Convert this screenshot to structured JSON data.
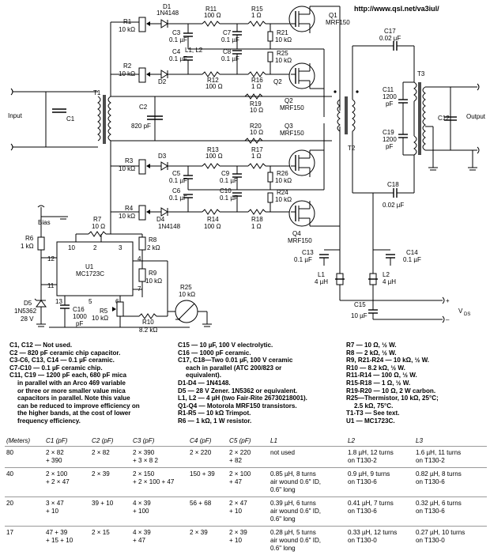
{
  "url": "http://www.qsl.net/va3iul/",
  "schematic": {
    "labels": {
      "input": "Input",
      "output": "Output",
      "bias": "Bias",
      "r1": "R1",
      "r1v": "10 kΩ",
      "r2": "R2",
      "r2v": "10 kΩ",
      "r3": "R3",
      "r3v": "10 kΩ",
      "r4": "R4",
      "r4v": "10 kΩ",
      "d1": "D1",
      "d1v": "1N4148",
      "d2": "D2",
      "d3": "D3",
      "d4": "D4",
      "d4v": "1N4148",
      "r11": "R11",
      "r11v": "100 Ω",
      "r12": "R12",
      "r12v": "100 Ω",
      "r13": "R13",
      "r13v": "100 Ω",
      "r14": "R14",
      "r14v": "100 Ω",
      "r15": "R15",
      "r15v": "1 Ω",
      "r16": "R16",
      "r16v": "1 Ω",
      "r17": "R17",
      "r17v": "1 Ω",
      "r18": "R18",
      "r18v": "1 Ω",
      "r19": "R19",
      "r19v": "10 Ω",
      "r20": "R20",
      "r20v": "10 Ω",
      "r21": "R21",
      "r21v": "10 kΩ",
      "r25_top": "R25",
      "r25_topv": "10 kΩ",
      "r26": "R26",
      "r26v": "10 kΩ",
      "r24": "R24",
      "r24v": "10 kΩ",
      "c3": "C3",
      "c3v": "0.1 µF",
      "c4": "C4",
      "c4v": "0.1 µF",
      "c5": "C5",
      "c5v": "0.1 µF",
      "c6": "C6",
      "c6v": "0.1 µF",
      "c7": "C7",
      "c7v": "0.1 µF",
      "c8": "C8",
      "c8v": "0.1 µF",
      "c9": "C9",
      "c9v": "0.1 µF",
      "c10": "C10",
      "c10v": "0.1 µF",
      "l1l2": "L1, L2",
      "q1": "Q1",
      "q1v": "MRF150",
      "q2": "Q2",
      "q2m": "Q2",
      "q2mv": "MRF150",
      "q3": "Q3",
      "q3v": "MRF150",
      "q4": "Q4",
      "q4v": "MRF150",
      "t1": "T1",
      "t2": "T2",
      "t3": "T3",
      "c1": "C1",
      "c2": "C2",
      "c2v": "820 pF",
      "c17": "C17",
      "c17v": "0.02 µF",
      "c18": "C18",
      "c18v": "0.02 µF",
      "c11": "C11",
      "c11v": "1200",
      "c11u": "pF",
      "c19": "C19",
      "c19v": "1200",
      "c19u": "pF",
      "c12": "C12",
      "r7": "R7",
      "r7v": "10 Ω",
      "r6": "R6",
      "r6v": "1 kΩ",
      "r8": "R8",
      "r8v": "2 kΩ",
      "r9": "R9",
      "r9v": "10 kΩ",
      "r5": "R5",
      "r5v": "10 kΩ",
      "r10": "R10",
      "r10v": "8.2 kΩ",
      "r25": "R25",
      "r25v": "10 kΩ",
      "u1": "U1",
      "u1v": "MC1723C",
      "pin10": "10",
      "pin2": "2",
      "pin3": "3",
      "pin4": "4",
      "pin12": "12",
      "pin11": "11",
      "pin13": "13",
      "pin5": "5",
      "pin6": "6",
      "pin7": "7",
      "c16": "C16",
      "c16v": "1000",
      "c16u": "pF",
      "d5": "D5",
      "d5v": "1N5362",
      "d5v2": "28 V",
      "c13": "C13",
      "c13v": "0.1 µF",
      "c14": "C14",
      "c14v": "0.1 µF",
      "l1": "L1",
      "l1v": "4 µH",
      "l2": "L2",
      "l2v": "4 µH",
      "c15": "C15",
      "c15v": "10 µF",
      "plus": "+",
      "minus": "–",
      "vds": "V",
      "vds_sub": "DS"
    }
  },
  "parts_list": {
    "col1": [
      {
        "t": "C1, C12 — Not used.",
        "i": false
      },
      {
        "t": "C2 — 820 pF ceramic chip capacitor.",
        "i": false
      },
      {
        "t": "C3-C6, C13, C14 — 0.1 µF ceramic.",
        "i": false
      },
      {
        "t": "C7-C10 — 0.1 µF ceramic chip.",
        "i": false
      },
      {
        "t": "C11, C19 — 1200 pF each, 680 pF mica",
        "i": false
      },
      {
        "t": "in parallel with an Arco 469 variable",
        "i": true
      },
      {
        "t": "or three or more smaller value mica",
        "i": true
      },
      {
        "t": "capacitors in parallel. Note this value",
        "i": true
      },
      {
        "t": "can be reduced to improve efficiency on",
        "i": true
      },
      {
        "t": "the higher bands, at the cost of lower",
        "i": true
      },
      {
        "t": "frequency efficiency.",
        "i": true
      }
    ],
    "col2": [
      {
        "t": "C15 — 10 µF, 100 V electrolytic.",
        "i": false
      },
      {
        "t": "C16 — 1000 pF ceramic.",
        "i": false
      },
      {
        "t": "C17, C18—Two 0.01 µF, 100 V ceramic",
        "i": false
      },
      {
        "t": "each in parallel (ATC 200/823 or",
        "i": true
      },
      {
        "t": "equivalent).",
        "i": true
      },
      {
        "t": "D1-D4 — 1N4148.",
        "i": false
      },
      {
        "t": "D5 — 28 V Zener. 1N5362 or equivalent.",
        "i": false
      },
      {
        "t": "L1, L2 — 4 µH (two Fair-Rite 26730218001).",
        "i": false
      },
      {
        "t": "Q1-Q4 — Motorola MRF150 transistors.",
        "i": false
      },
      {
        "t": "R1-R5 — 10 kΩ Trimpot.",
        "i": false
      },
      {
        "t": "R6 — 1 kΩ, 1 W resistor.",
        "i": false
      }
    ],
    "col3": [
      {
        "t": "R7 — 10 Ω, ½ W.",
        "i": false
      },
      {
        "t": "R8 — 2 kΩ, ½ W.",
        "i": false
      },
      {
        "t": "R9, R21-R24 — 10 kΩ, ½ W.",
        "i": false
      },
      {
        "t": "R10 — 8.2 kΩ, ½ W.",
        "i": false
      },
      {
        "t": "R11-R14 — 100 Ω, ½ W.",
        "i": false
      },
      {
        "t": "R15-R18 — 1 Ω, ½ W.",
        "i": false
      },
      {
        "t": "R19-R20 — 10 Ω, 2 W carbon.",
        "i": false
      },
      {
        "t": "R25—Thermistor, 10 kΩ, 25°C;",
        "i": false
      },
      {
        "t": "2.5 kΩ, 75°C.",
        "i": true
      },
      {
        "t": "T1-T3 — See text.",
        "i": false
      },
      {
        "t": "U1 — MC1723C.",
        "i": false
      }
    ]
  },
  "band_table": {
    "headers": [
      "(Meters)",
      "C1 (pF)",
      "C2 (pF)",
      "C3 (pF)",
      "C4 (pF)",
      "C5 (pF)",
      "L1",
      "L2",
      "L3"
    ],
    "rows": [
      {
        "cells": [
          [
            "80"
          ],
          [
            "2 × 82",
            "+ 390"
          ],
          [
            "2 × 82"
          ],
          [
            "2 × 390",
            "+ 3 × 8 2"
          ],
          [
            "2 × 220"
          ],
          [
            "2 × 220",
            "+ 82"
          ],
          [
            "not used"
          ],
          [
            "1.8 µH, 12 turns",
            "on T130-2"
          ],
          [
            "1.6 µH, 11 turns",
            "on T130-2"
          ]
        ]
      },
      {
        "cells": [
          [
            "40"
          ],
          [
            "2 × 100",
            "+ 2 × 47"
          ],
          [
            "2 × 39"
          ],
          [
            "2 × 150",
            "+ 2 × 100 + 47"
          ],
          [
            "150 + 39"
          ],
          [
            "2 × 100",
            "+ 47"
          ],
          [
            "0.85 µH, 8 turns",
            "air wound 0.6\" ID,",
            "0.6\" long"
          ],
          [
            "0.9 µH, 9 turns",
            "on T130-6"
          ],
          [
            "0.82 µH, 8 turns",
            "on T130-6"
          ]
        ]
      },
      {
        "cells": [
          [
            "20"
          ],
          [
            "3 × 47",
            "+ 10"
          ],
          [
            "39 + 10"
          ],
          [
            "4 × 39",
            "+ 100"
          ],
          [
            "56 + 68"
          ],
          [
            "2 × 47",
            "+ 10"
          ],
          [
            "0.39 µH, 6 turns",
            "air wound 0.6\" ID,",
            "0.6\" long"
          ],
          [
            "0.41 µH, 7 turns",
            "on T130-6"
          ],
          [
            "0.32 µH, 6 turns",
            "on T130-6"
          ]
        ]
      },
      {
        "cells": [
          [
            "17"
          ],
          [
            "47 + 39",
            "+ 15 + 10"
          ],
          [
            "2 × 15"
          ],
          [
            "4 × 39",
            "+ 47"
          ],
          [
            "2 × 39"
          ],
          [
            "2 × 39",
            "+ 10"
          ],
          [
            "0.28 µH, 5 turns",
            "air wound 0.6\" ID,",
            "0.6\" long"
          ],
          [
            "0.33 µH, 12 turns",
            "on T130-0"
          ],
          [
            "0.27 µH, 10 turns",
            "on T130-0"
          ]
        ]
      }
    ]
  }
}
